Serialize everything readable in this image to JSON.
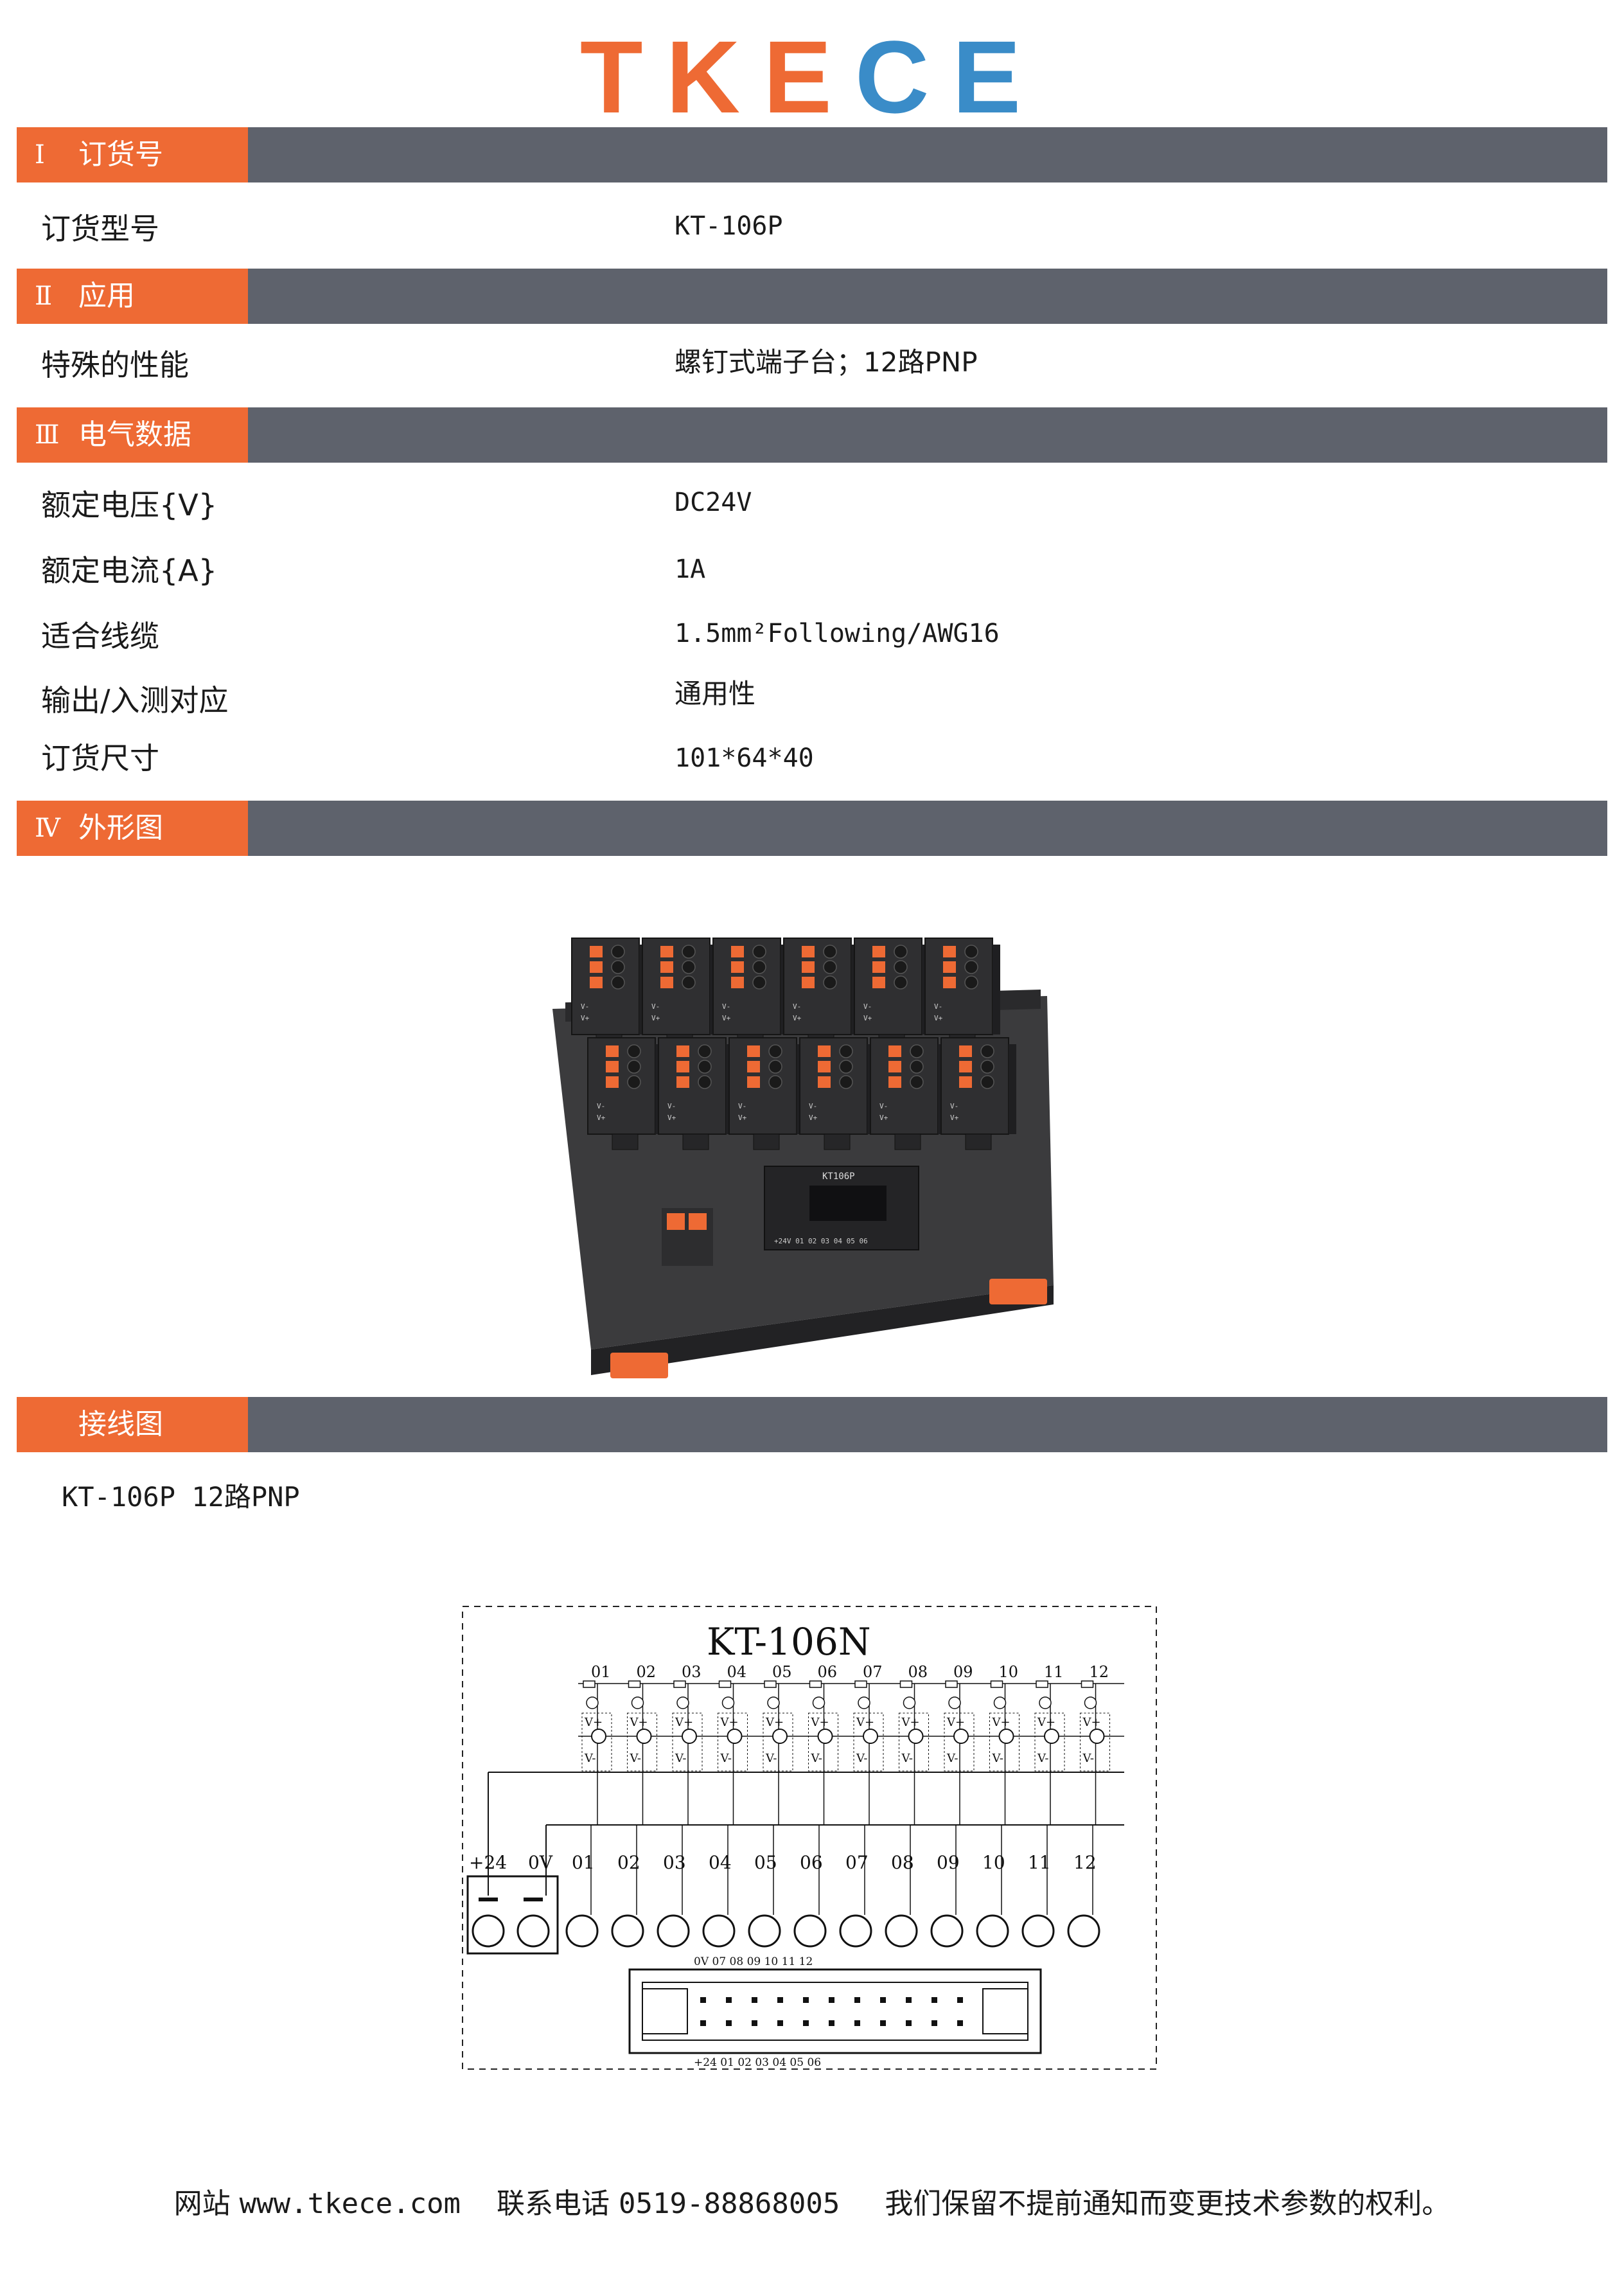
{
  "logo": {
    "letters": [
      {
        "char": "T",
        "color": "#ee6a34"
      },
      {
        "char": "K",
        "color": "#ee6a34"
      },
      {
        "char": "E",
        "color": "#ee6a34"
      },
      {
        "char": "C",
        "color": "#3a8cc8"
      },
      {
        "char": "E",
        "color": "#3a8cc8"
      }
    ]
  },
  "colors": {
    "accent": "#ee6a34",
    "bar": "#5e626c",
    "brand_blue": "#3a8cc8"
  },
  "sections": {
    "order": {
      "num": "Ⅰ",
      "title": "订货号"
    },
    "app": {
      "num": "Ⅱ",
      "title": "应用"
    },
    "elec": {
      "num": "Ⅲ",
      "title": "电气数据"
    },
    "shape": {
      "num": "Ⅳ",
      "title": "外形图"
    },
    "wiring": {
      "num": "",
      "title": "接线图"
    }
  },
  "rows": {
    "order_model": {
      "label": "订货型号",
      "value": "KT-106P"
    },
    "feature": {
      "label": "特殊的性能",
      "value": "螺钉式端子台；12路PNP"
    },
    "voltage": {
      "label": "额定电压{V}",
      "value": "DC24V"
    },
    "current": {
      "label": "额定电流{A}",
      "value": "1A"
    },
    "cable": {
      "label": "适合线缆",
      "value": "1.5mm²Following/AWG16"
    },
    "io": {
      "label": "输出/入测对应",
      "value": "通用性"
    },
    "size": {
      "label": "订货尺寸",
      "value": "101*64*40"
    }
  },
  "product_photo": {
    "connector_label": "KT106P",
    "pin_labels": "+24V 01 02 03 04 05 06",
    "module_marks": [
      "V-",
      "V+",
      "V-",
      "V+"
    ]
  },
  "wiring_caption": "KT-106P 12路PNP",
  "diagram": {
    "title": "KT-106N",
    "channels": [
      "01",
      "02",
      "03",
      "04",
      "05",
      "06",
      "07",
      "08",
      "09",
      "10",
      "11",
      "12"
    ],
    "marks": {
      "vplus": "V+",
      "vminus": "V-"
    },
    "power_labels": [
      "+24",
      "0V"
    ],
    "terminal_labels": [
      "01",
      "02",
      "03",
      "04",
      "05",
      "06",
      "07",
      "08",
      "09",
      "10",
      "11",
      "12"
    ],
    "header_top_labels": "0V 07 08 09 10 11 12",
    "header_bottom_labels": "+24 01 02 03 04 05 06"
  },
  "footer": {
    "site_label": "网站",
    "site_url": "www.tkece.com",
    "phone_label": "联系电话",
    "phone": "0519-88868005",
    "notice": "我们保留不提前通知而变更技术参数的权利。"
  }
}
